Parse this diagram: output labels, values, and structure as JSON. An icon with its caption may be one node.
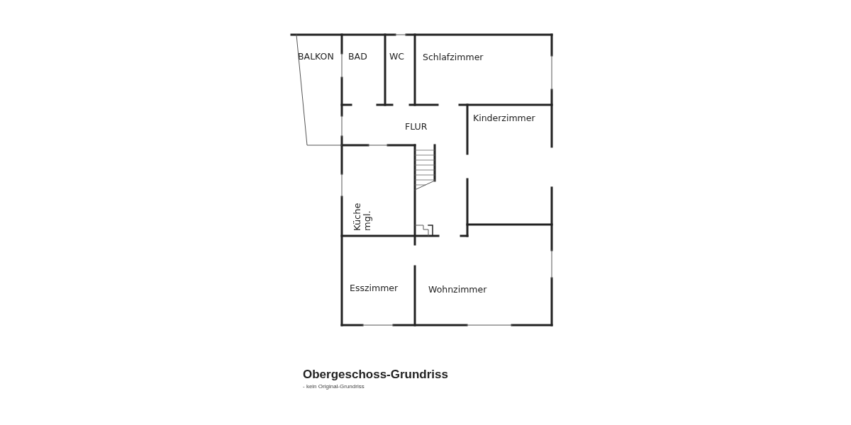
{
  "diagram": {
    "title": "Obergeschoss-Grundriss",
    "caption": "- kein Original-Grundriss",
    "labels": [
      "BALKON",
      "BAD",
      "WC",
      "Schlafzimmer",
      "Kinderzimmer",
      "FLUR",
      "Küche mgl.",
      "Esszimmer",
      "Wohnzimmer"
    ]
  }
}
